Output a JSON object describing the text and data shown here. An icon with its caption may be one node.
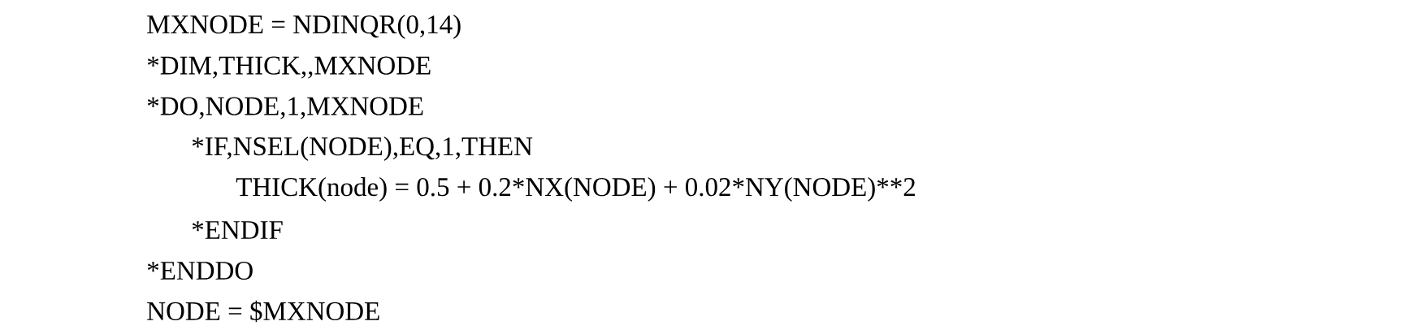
{
  "diagram": {
    "labels": [
      "MXNODE = NDINQR(0,14)",
      "*DIM,THICK,,MXNODE",
      "*DO,NODE,1,MXNODE",
      "*IF,NSEL(NODE),EQ,1,THEN",
      "THICK(node) = 0.5 + 0.2*NX(NODE) + 0.02*NY(NODE)**2",
      "*ENDIF",
      "*ENDDO",
      "NODE = $MXNODE"
    ]
  }
}
